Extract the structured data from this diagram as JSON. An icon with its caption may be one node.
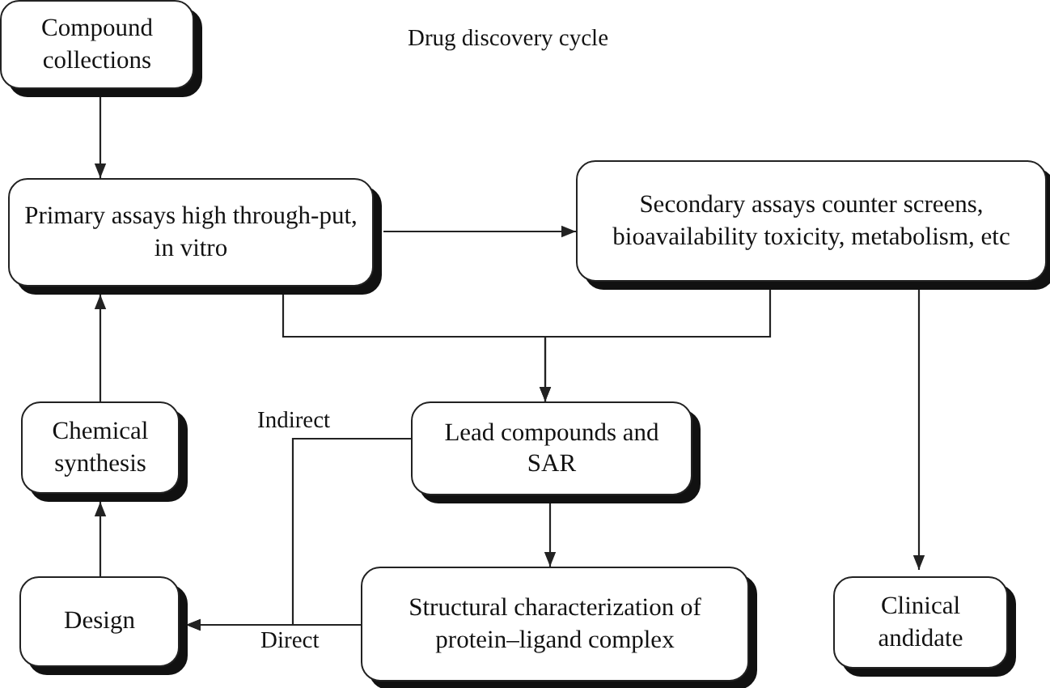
{
  "diagram": {
    "title": "Drug discovery cycle",
    "nodes": [
      {
        "text": [
          "Compound collections"
        ]
      },
      {
        "text": [
          "Primary assays high through-put, in vitro"
        ]
      },
      {
        "text": [
          "Secondary assays counter screens, bioavailability toxicity, metabolism, etc"
        ]
      },
      {
        "text": [
          "Chemical synthesis"
        ]
      },
      {
        "text": [
          "Lead compounds and SAR"
        ]
      },
      {
        "text": [
          "Design"
        ]
      },
      {
        "text": [
          "Structural characterization of protein–ligand complex"
        ]
      },
      {
        "text": [
          "Clinical andidate"
        ]
      }
    ],
    "edges": [
      {
        "from": 0,
        "to": 1,
        "arrow": "to"
      },
      {
        "from": 1,
        "to": 2,
        "arrow": "to"
      },
      {
        "from": 1,
        "to": 4,
        "arrow": "to"
      },
      {
        "from": 2,
        "to": 4,
        "arrow": "to"
      },
      {
        "from": 2,
        "to": 7,
        "arrow": "to"
      },
      {
        "from": 4,
        "to": 6,
        "arrow": "to"
      },
      {
        "from": 4,
        "to": 5,
        "arrow": "to",
        "label": "Indirect"
      },
      {
        "from": 6,
        "to": 5,
        "arrow": "to",
        "label": "Direct"
      },
      {
        "from": 5,
        "to": 3,
        "arrow": "to"
      },
      {
        "from": 3,
        "to": 1,
        "arrow": "to"
      }
    ]
  }
}
